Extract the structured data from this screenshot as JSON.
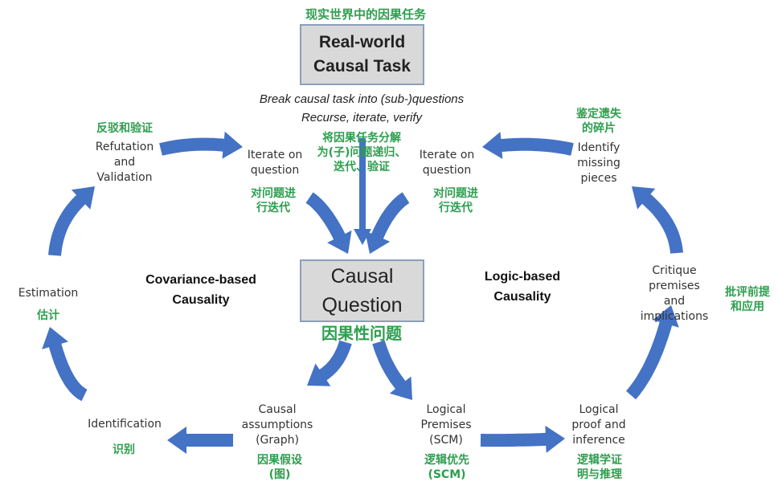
{
  "top_cn": "现实世界中的因果任务",
  "task_box": "Real-world\nCausal Task",
  "break_text": "Break causal task into (sub-)questions\nRecurse, iterate, verify",
  "break_cn": "将因果任务分解\n为(子)问题递归、\n迭代、验证",
  "question_box": "Causal\nQuestion",
  "question_cn": "因果性问题",
  "covariance": "Covariance-based\nCausality",
  "logic": "Logic-based\nCausality",
  "left_cycle": {
    "refutation": "Refutation\nand\nValidation",
    "refutation_cn": "反驳和验证",
    "iterate": "Iterate on\nquestion",
    "iterate_cn": "对问题进\n行迭代",
    "estimation": "Estimation",
    "estimation_cn": "估计",
    "identification": "Identification",
    "identification_cn": "识别",
    "assumptions": "Causal\nassumptions\n(Graph)",
    "assumptions_cn": "因果假设\n(图)"
  },
  "right_cycle": {
    "identify": "Identify\nmissing\npieces",
    "identify_cn": "鉴定遗失\n的碎片",
    "iterate": "Iterate on\nquestion",
    "iterate_cn": "对问题进\n行迭代",
    "critique": "Critique\npremises\nand\nimplications",
    "critique_cn": "批评前提\n和应用",
    "premises": "Logical\nPremises\n(SCM)",
    "premises_cn": "逻辑优先\n(SCM)",
    "proof": "Logical\nproof and\ninference",
    "proof_cn": "逻辑学证\n明与推理"
  },
  "colors": {
    "arrow": "#4472c4",
    "cn_text": "#2e9e4f",
    "box_fill": "#d9d9d9",
    "box_border": "#8aa0b8"
  }
}
